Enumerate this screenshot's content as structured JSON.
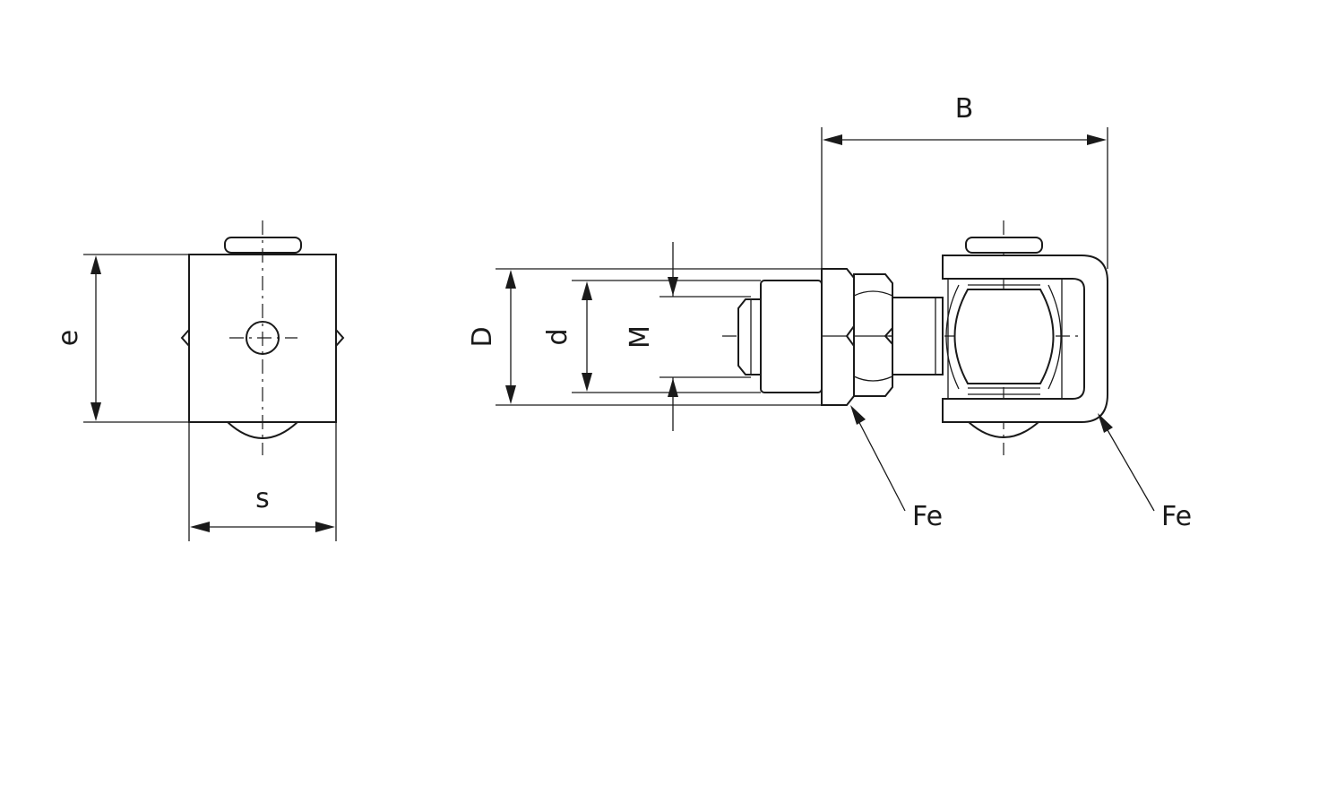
{
  "labels": {
    "e": "e",
    "s": "s",
    "D": "D",
    "d": "d",
    "M": "M",
    "B": "B",
    "fe_nut": "Fe",
    "fe_bracket": "Fe"
  },
  "colors": {
    "line": "#1a1a1a",
    "background": "#ffffff"
  }
}
